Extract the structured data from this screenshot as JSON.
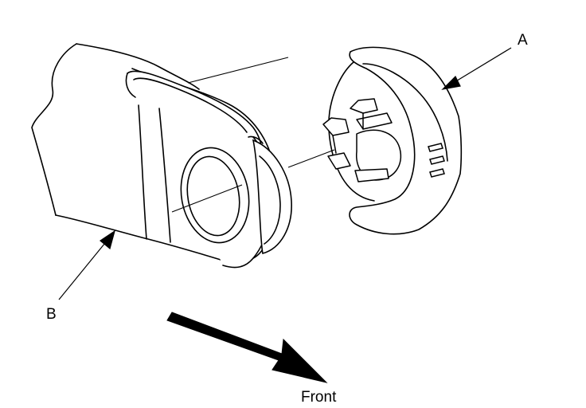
{
  "labels": {
    "part_a": "A",
    "part_b": "B",
    "direction": "Front"
  },
  "colors": {
    "line": "#000000",
    "fill": "#ffffff"
  },
  "icons": {
    "direction_arrow": "front-direction-arrow-icon"
  }
}
